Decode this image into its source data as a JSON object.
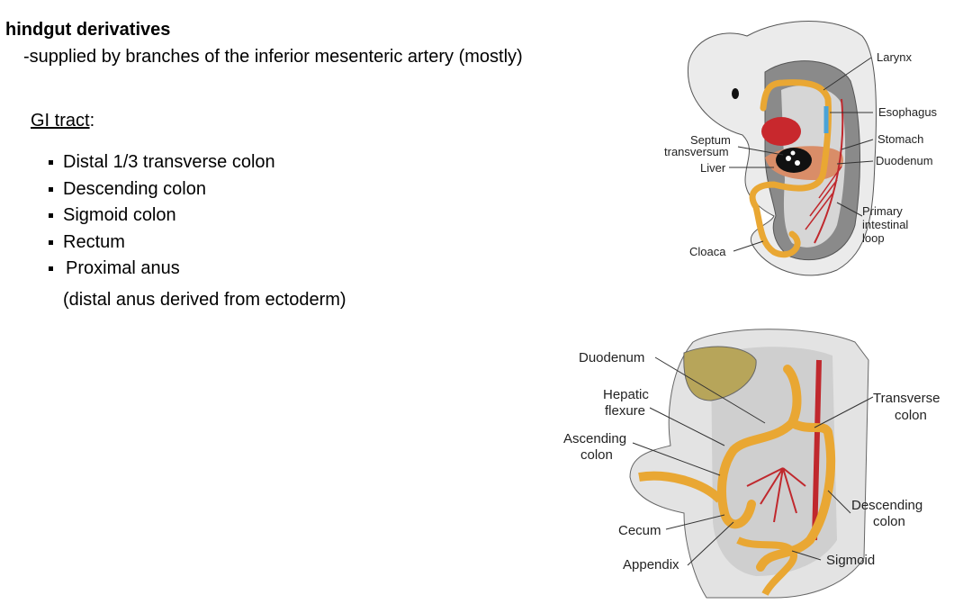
{
  "slide": {
    "title": "hindgut derivatives",
    "subtitle": "-supplied by branches of the inferior mesenteric artery (mostly)",
    "gi_label": "GI tract",
    "gi_colon": ":",
    "items": [
      "Distal 1/3 transverse colon",
      "Descending colon",
      "Sigmoid colon",
      "Rectum",
      "Proximal anus"
    ],
    "note": "(distal anus derived from ectoderm)"
  },
  "embryo_figure": {
    "labels": {
      "larynx": "Larynx",
      "esophagus": "Esophagus",
      "septum_line1": "Septum",
      "septum_line2": "transversum",
      "stomach": "Stomach",
      "liver": "Liver",
      "duodenum": "Duodenum",
      "primary_line1": "Primary",
      "primary_line2": "intestinal",
      "primary_line3": "loop",
      "cloaca": "Cloaca"
    }
  },
  "colon_figure": {
    "labels": {
      "duodenum": "Duodenum",
      "hepatic_line1": "Hepatic",
      "hepatic_line2": "flexure",
      "transverse_line1": "Transverse",
      "transverse_line2": "colon",
      "ascending_line1": "Ascending",
      "ascending_line2": "colon",
      "cecum": "Cecum",
      "descending_line1": "Descending",
      "descending_line2": "colon",
      "appendix": "Appendix",
      "sigmoid": "Sigmoid"
    }
  }
}
